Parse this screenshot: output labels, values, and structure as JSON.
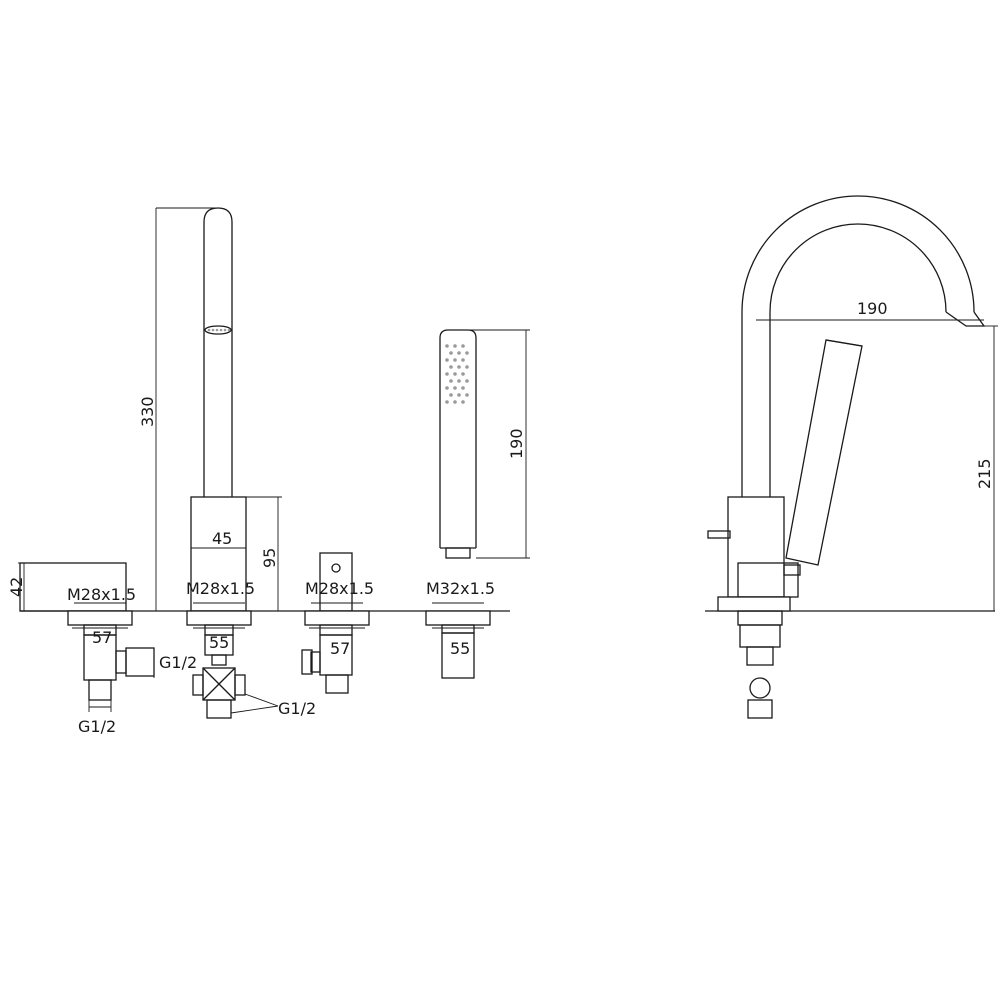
{
  "labels": {
    "thread_1": "M28x1.5",
    "thread_2": "M28x1.5",
    "thread_3": "M28x1.5",
    "thread_4": "M32x1.5",
    "width_1": "57",
    "width_2": "55",
    "width_3": "57",
    "width_4": "55",
    "pipe_1a": "G1/2",
    "pipe_1b": "G1/2",
    "pipe_2": "G1/2",
    "height_42": "42",
    "height_330": "330",
    "height_95": "95",
    "width_45": "45",
    "height_190": "190",
    "reach_190": "190",
    "height_215": "215"
  }
}
